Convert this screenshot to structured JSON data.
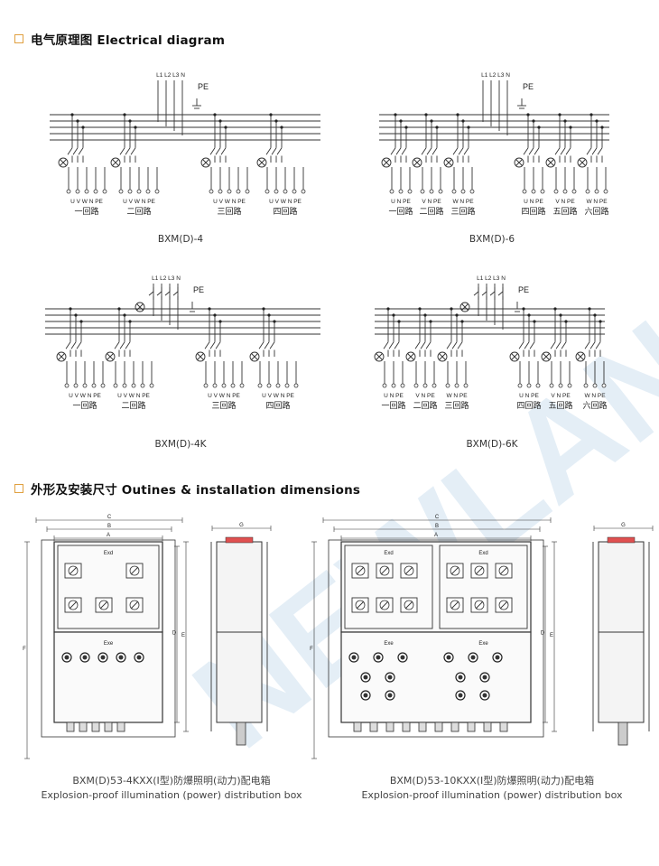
{
  "sections": {
    "electrical": "电气原理图 Electrical diagram",
    "dimensions": "外形及安装尺寸 Outines & installation dimensions"
  },
  "diagrams": [
    {
      "caption": "BXM(D)-4",
      "supply": "L1 L2 L3 N",
      "pe": "PE",
      "circuits": [
        "一回路",
        "二回路",
        "三回路",
        "四回路"
      ],
      "terminals": [
        "U V W N PE",
        "U V W N PE",
        "U V W N PE",
        "U V W N PE"
      ]
    },
    {
      "caption": "BXM(D)-6",
      "supply": "L1 L2 L3 N",
      "pe": "PE",
      "circuits": [
        "一回路",
        "二回路",
        "三回路",
        "四回路",
        "五回路",
        "六回路"
      ],
      "terminals": [
        "U N PE",
        "V N PE",
        "W N PE",
        "U N PE",
        "V N PE",
        "W N PE"
      ]
    },
    {
      "caption": "BXM(D)-4K",
      "supply": "L1 L2 L3 N",
      "pe": "PE",
      "circuits": [
        "一回路",
        "二回路",
        "三回路",
        "四回路"
      ],
      "terminals": [
        "U V W N PE",
        "U V W N PE",
        "U V W N PE",
        "U V W N PE"
      ]
    },
    {
      "caption": "BXM(D)-6K",
      "supply": "L1 L2 L3 N",
      "pe": "PE",
      "circuits": [
        "一回路",
        "二回路",
        "三回路",
        "四回路",
        "五回路",
        "六回路"
      ],
      "terminals": [
        "U N PE",
        "V N PE",
        "W N PE",
        "U N PE",
        "V N PE",
        "W N PE"
      ]
    }
  ],
  "enclosures": [
    {
      "model": "BXM(D)53-4KXX(Ⅰ型)防爆照明(动力)配电箱",
      "desc": "Explosion-proof illumination (power) distribution box",
      "upper_label": "Exd",
      "lower_label": "Exe",
      "dims": [
        "C",
        "B",
        "A",
        "F",
        "D",
        "E",
        "G"
      ]
    },
    {
      "model": "BXM(D)53-10KXX(Ⅰ型)防爆照明(动力)配电箱",
      "desc": "Explosion-proof illumination (power) distribution box",
      "upper_label": "Exd",
      "lower_label": "Exe",
      "dims": [
        "C",
        "B",
        "A",
        "F",
        "D",
        "E",
        "G"
      ]
    }
  ],
  "watermark": "NEWLAND",
  "colors": {
    "accent": "#e0a040",
    "watermark": "#cfe1f0",
    "line": "#333333"
  }
}
